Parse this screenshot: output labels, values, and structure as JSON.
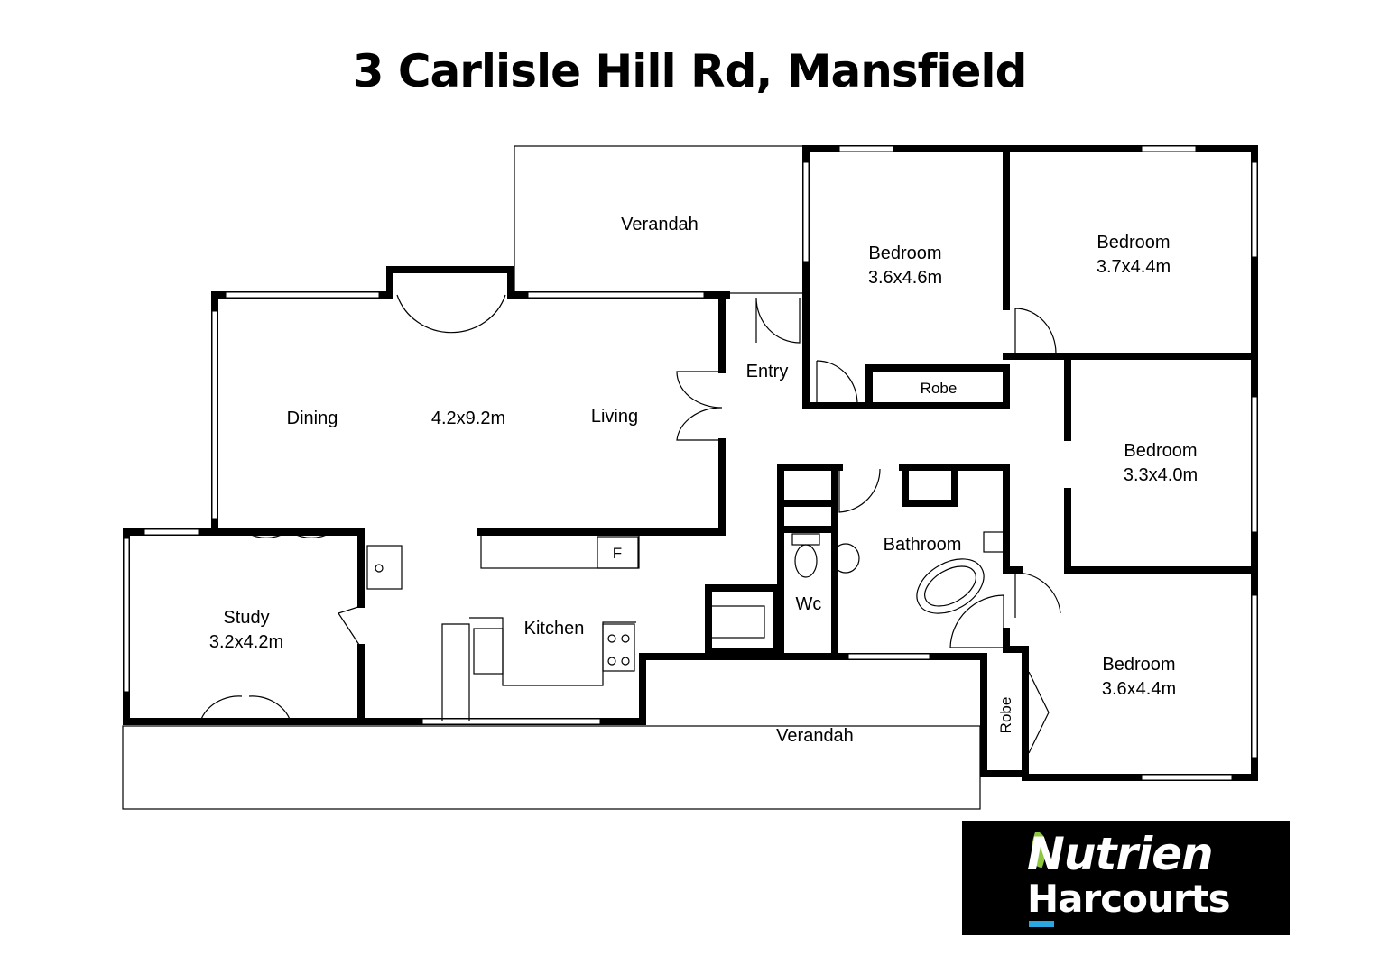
{
  "title": "3 Carlisle Hill Rd, Mansfield",
  "rooms": {
    "verandah_top": "Verandah",
    "bed1_name": "Bedroom",
    "bed1_size": "3.6x4.6m",
    "bed2_name": "Bedroom",
    "bed2_size": "3.7x4.4m",
    "bed3_name": "Bedroom",
    "bed3_size": "3.3x4.0m",
    "bed4_name": "Bedroom",
    "bed4_size": "3.6x4.4m",
    "robe1": "Robe",
    "robe2": "Robe",
    "entry": "Entry",
    "dining": "Dining",
    "living_size": "4.2x9.2m",
    "living": "Living",
    "study_name": "Study",
    "study_size": "3.2x4.2m",
    "kitchen": "Kitchen",
    "fridge": "F",
    "bathroom": "Bathroom",
    "wc": "Wc",
    "verandah_bottom": "Verandah"
  },
  "logo": {
    "line1": "Nutrien",
    "line2": "Harcourts",
    "accent_green": "#8dc63f",
    "accent_blue": "#2aa7e0"
  }
}
